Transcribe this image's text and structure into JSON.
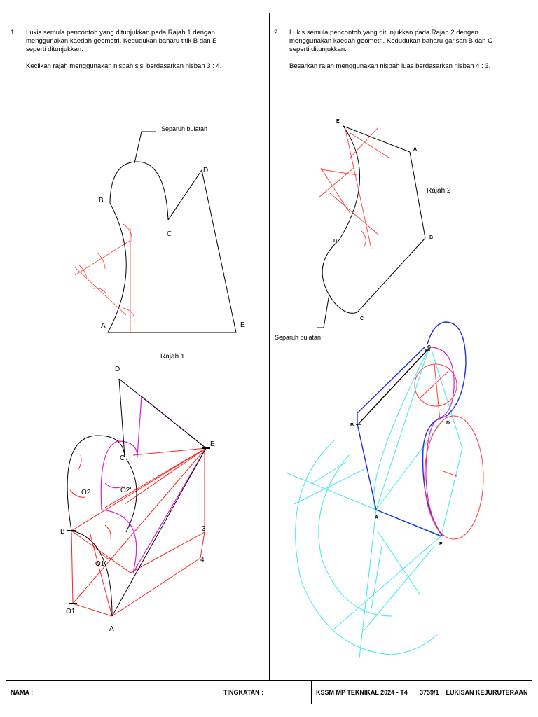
{
  "questions": [
    {
      "number": "1.",
      "line1": "Lukis semula pencontoh yang ditunjukkan pada Rajah 1 dengan",
      "line2": "menggunakan kaedah geometri. Kedudukan baharu titik B dan E",
      "line3": "seperti ditunjukkan.",
      "instruction": "Kecilkan rajah menggunakan nisbah sisi berdasarkan nisbah 3 : 4."
    },
    {
      "number": "2.",
      "line1": "Lukis semula pencontoh yang ditunjukkan pada Rajah 2 dengan",
      "line2": "menggunakan kaedah geometri. Kedudukan baharu garisan B dan C",
      "line3": "seperti ditunjukkan.",
      "instruction": "Besarkan rajah menggunakan nisbah luas berdasarkan nisbah 4 : 3."
    }
  ],
  "figure1": {
    "callout": "Separuh bulatan",
    "caption": "Rajah 1",
    "labels": {
      "A": "A",
      "B": "B",
      "C": "C",
      "D": "D",
      "E": "E"
    }
  },
  "solution1": {
    "labels": {
      "D": "D",
      "E": "E",
      "C": "C",
      "O2": "O2",
      "O2p": "O2'",
      "B": "B",
      "O1p": "O1'",
      "three": "3",
      "four": "4",
      "O1": "O1",
      "A": "A"
    }
  },
  "figure2": {
    "caption": "Rajah 2",
    "callout": "Separuh bulatan",
    "labels": {
      "E": "E",
      "A": "A",
      "D": "D",
      "B": "B",
      "C": "C"
    }
  },
  "solution2": {
    "labels": {
      "C": "C",
      "D": "D",
      "B": "B",
      "A": "A",
      "E": "E"
    }
  },
  "footer": {
    "nama": "NAMA :",
    "tingkatan": "TINGKATAN :",
    "exam": "KSSM MP TEKNIKAL 2024 - T4",
    "code": "3759/1",
    "subject": "LUKISAN KEJURUTERAAN"
  },
  "colors": {
    "construction": "#ff3b3b",
    "cyan": "#3ae8f0",
    "blue": "#1f2ee0",
    "magenta": "#d21fd8",
    "ink": "#000000"
  }
}
